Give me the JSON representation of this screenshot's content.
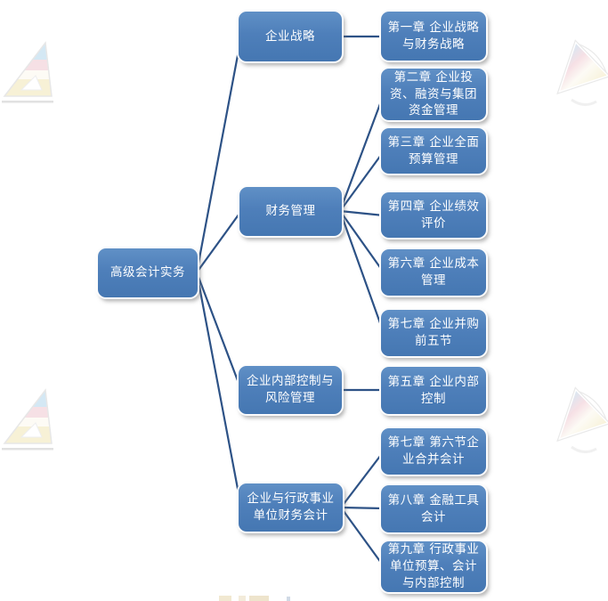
{
  "diagram": {
    "type": "mindmap-tree",
    "orientation": "left-to-right",
    "colors": {
      "node_fill": "#4f81bd",
      "node_fill_light": "#6090c6",
      "node_text": "#ffffff",
      "connector": "#2d5286",
      "background": "#ffffff",
      "watermark_blue": "#cde5f3",
      "watermark_pink": "#f5dbe1",
      "watermark_yellow": "#f6efcf"
    },
    "tree": {
      "label": "高级会计实务",
      "children": [
        {
          "label": "企业战略",
          "children": [
            {
              "label": "第一章 企业战略与财务战略"
            }
          ]
        },
        {
          "label": "财务管理",
          "children": [
            {
              "label": "第二章  企业投资、融资与集团资金管理"
            },
            {
              "label": "第三章 企业全面预算管理"
            },
            {
              "label": "第四章 企业绩效评价"
            },
            {
              "label": "第六章 企业成本管理"
            },
            {
              "label": "第七章 企业并购前五节"
            }
          ]
        },
        {
          "label": "企业内部控制与风险管理",
          "children": [
            {
              "label": "第五章 企业内部控制"
            }
          ]
        },
        {
          "label": "企业与行政事业单位财务会计",
          "children": [
            {
              "label": "第七章 第六节企业合并会计"
            },
            {
              "label": "第八章 金融工具会计"
            },
            {
              "label": "第九章 行政事业单位预算、会计与内部控制"
            }
          ]
        }
      ]
    },
    "icons": {
      "watermark": "pastel-striped-logo-watermark"
    }
  }
}
